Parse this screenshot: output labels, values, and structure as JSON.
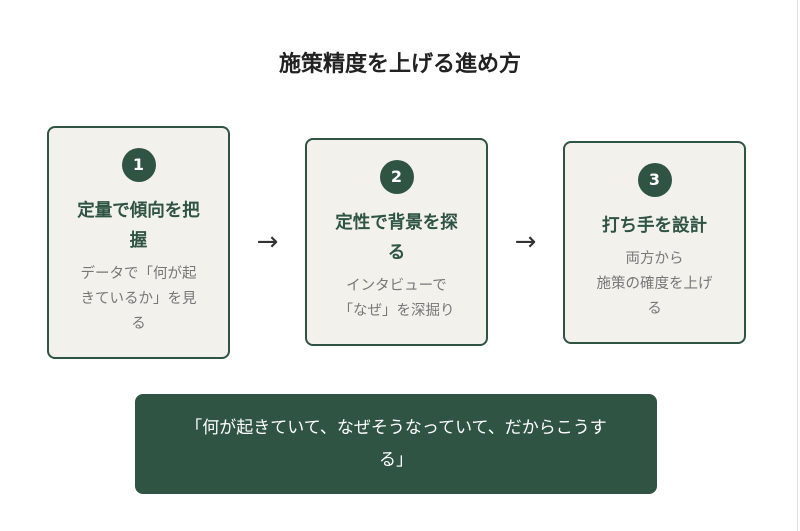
{
  "title": "施策精度を上げる進め方",
  "steps": [
    {
      "number": "1",
      "title": "定量で傾向を把握",
      "desc": "データで「何が起きているか」を見る"
    },
    {
      "number": "2",
      "title": "定性で背景を探る",
      "desc": "インタビューで「なぜ」を深掘り"
    },
    {
      "number": "3",
      "title": "打ち手を設計",
      "desc": "両方から\n施策の確度を上げる"
    }
  ],
  "arrow": "→",
  "summary": "「何が起きていて、なぜそうなっていて、だからこうする」",
  "colors": {
    "accent": "#2f5443",
    "card_bg": "#f3f1ec"
  }
}
